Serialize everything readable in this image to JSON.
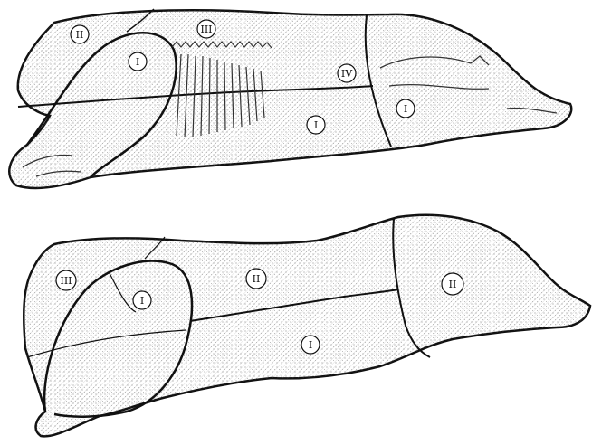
{
  "diagram": {
    "colors": {
      "ink": "#111111",
      "paper": "#ffffff",
      "hatch": "#7a7a7a"
    },
    "upper_view": {
      "labels": [
        "II",
        "III",
        "I",
        "IV",
        "I",
        "I"
      ]
    },
    "lower_view": {
      "labels": [
        "III",
        "I",
        "II",
        "I",
        "II"
      ]
    }
  }
}
